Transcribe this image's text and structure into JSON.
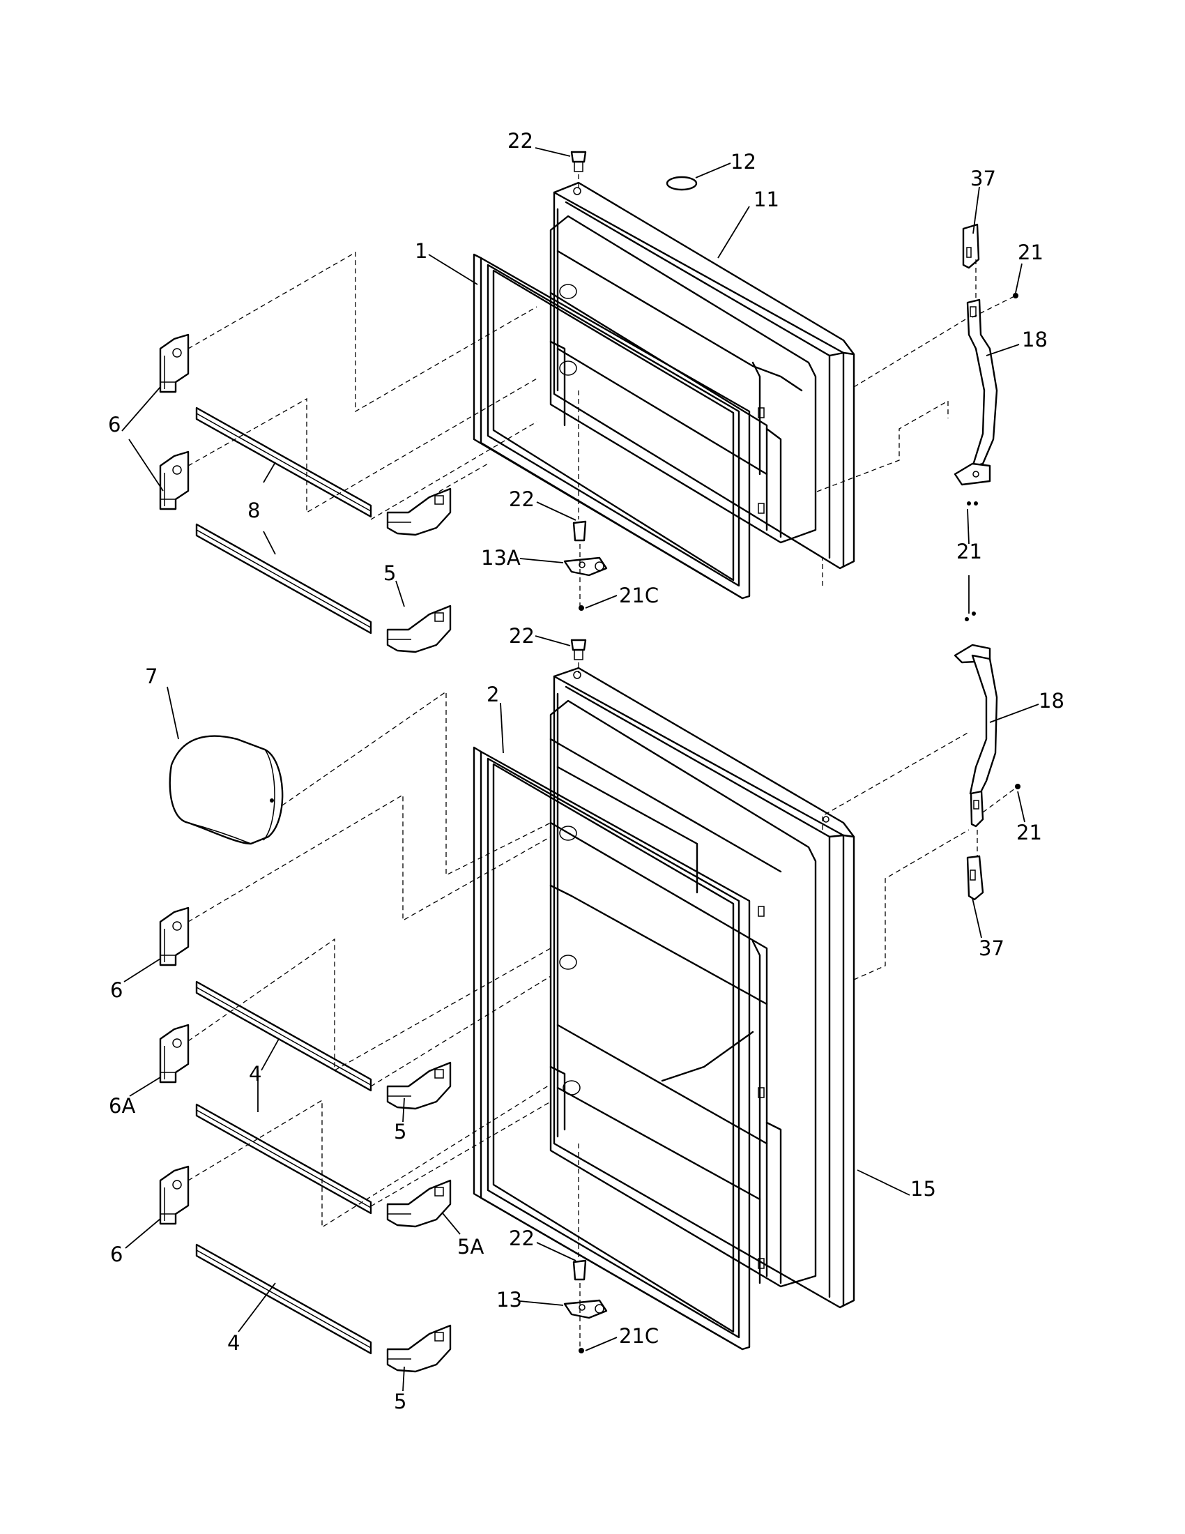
{
  "callouts": [
    {
      "label": "22"
    },
    {
      "label": "12"
    },
    {
      "label": "11"
    },
    {
      "label": "37"
    },
    {
      "label": "21"
    },
    {
      "label": "1"
    },
    {
      "label": "18"
    },
    {
      "label": "6"
    },
    {
      "label": "8"
    },
    {
      "label": "22"
    },
    {
      "label": "13A"
    },
    {
      "label": "5"
    },
    {
      "label": "21"
    },
    {
      "label": "21C"
    },
    {
      "label": "22"
    },
    {
      "label": "7"
    },
    {
      "label": "2"
    },
    {
      "label": "18"
    },
    {
      "label": "21"
    },
    {
      "label": "6"
    },
    {
      "label": "37"
    },
    {
      "label": "4"
    },
    {
      "label": "6A"
    },
    {
      "label": "5"
    },
    {
      "label": "15"
    },
    {
      "label": "6"
    },
    {
      "label": "5A"
    },
    {
      "label": "22"
    },
    {
      "label": "13"
    },
    {
      "label": "21C"
    },
    {
      "label": "4"
    },
    {
      "label": "5"
    }
  ]
}
